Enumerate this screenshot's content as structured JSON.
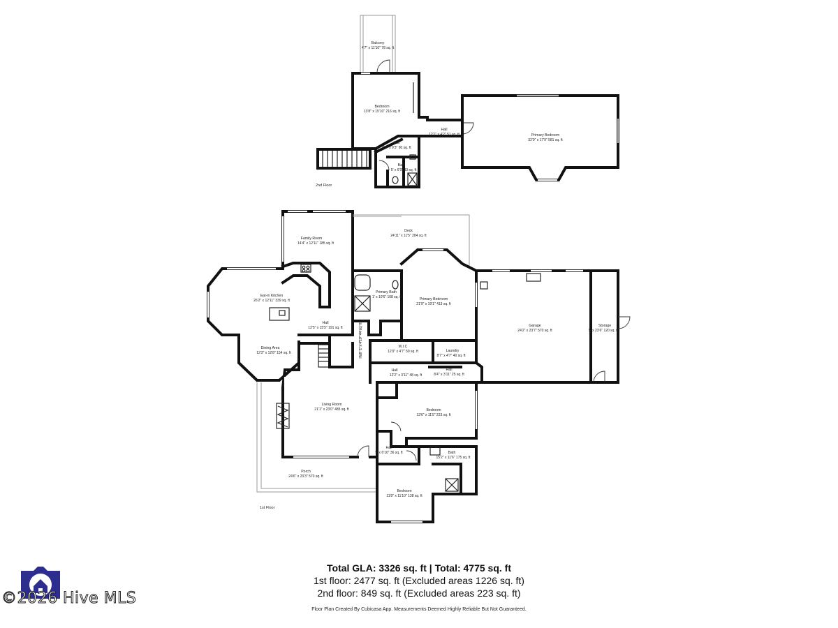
{
  "floors": {
    "second_label": "2nd Floor",
    "first_label": "1st Floor"
  },
  "rooms_second": {
    "balcony": {
      "name": "Balcony",
      "dims": "4'7\" x 11'10\" 78 sq. ft"
    },
    "bedroom": {
      "name": "Bedroom",
      "dims": "13'8\" x 15'10\" 216 sq. ft"
    },
    "hall_a": {
      "name": "Hall",
      "dims": "12'1\" x 4'2\" 51 sq. ft"
    },
    "primary_bedroom": {
      "name": "Primary Bedroom",
      "dims": "32'9\" x 17'9\" 581 sq. ft"
    },
    "hall_b": {
      "name": "Hall",
      "dims": "9'8\" x 9'3\" 90 sq. ft"
    },
    "bath": {
      "name": "Bath",
      "dims": "5' x 6'9\" 33 sq. ft"
    }
  },
  "rooms_first": {
    "family_room": {
      "name": "Family Room",
      "dims": "14'4\" x 12'11\" 185 sq. ft"
    },
    "deck": {
      "name": "Deck",
      "dims": "24'11\" x 11'5\" 284 sq. ft"
    },
    "eat_in_kitchen": {
      "name": "Eat-in Kitchen",
      "dims": "26'2\" x 12'11\" 339 sq. ft"
    },
    "primary_bath": {
      "name": "Primary Bath",
      "dims": "1' x 10'6\" 108 sq. ft"
    },
    "primary_bedroom": {
      "name": "Primary Bedroom",
      "dims": "21'9\" x 19'1\" 413 sq. ft"
    },
    "hall_main": {
      "name": "Hall",
      "dims": "12'5\" x 15'5\" 191 sq. ft"
    },
    "hall_side": {
      "name": "Hall",
      "dims": "1' x 4'10\" 44 sq. ft"
    },
    "garage": {
      "name": "Garage",
      "dims": "24'2\" x 23'7\" 570 sq. ft"
    },
    "storage": {
      "name": "Storage",
      "dims": "5' x 23'6\" 120 sq. ft"
    },
    "dining_area": {
      "name": "Dining Area",
      "dims": "12'2\" x 12'8\" 154 sq. ft"
    },
    "wic": {
      "name": "W.I.C",
      "dims": "12'9\" x 4'7\" 59 sq. ft"
    },
    "laundry": {
      "name": "Laundry",
      "dims": "8'7\" x 4'7\" 40 sq. ft"
    },
    "hall_c": {
      "name": "Hall",
      "dims": "12'2\" x 3'11\" 48 sq. ft"
    },
    "hall_d": {
      "name": "Hall",
      "dims": "8'4\" x 3'11\" 25 sq. ft"
    },
    "living_room": {
      "name": "Living Room",
      "dims": "21'1\" x 23'0\" 485 sq. ft"
    },
    "bedroom_a": {
      "name": "Bedroom",
      "dims": "13'6\" x 11'5\" 223 sq. ft"
    },
    "hall_e": {
      "name": "Hall",
      "dims": "5' x 6'10\" 36 sq. ft"
    },
    "bath": {
      "name": "Bath",
      "dims": "15'2\" x 11'6\" 175 sq. ft"
    },
    "porch": {
      "name": "Porch",
      "dims": "24'6\" x 23'3\" 570 sq. ft"
    },
    "bedroom_b": {
      "name": "Bedroom",
      "dims": "11'8\" x 11'10\" 138 sq. ft"
    }
  },
  "summary": {
    "total": "Total GLA: 3326 sq. ft | Total: 4775 sq. ft",
    "first": "1st floor: 2477 sq. ft (Excluded areas 1226 sq. ft)",
    "second": "2nd floor: 849 sq. ft (Excluded areas 223 sq. ft)"
  },
  "credit": "Floor Plan Created By Cubicasa App. Measurements Deemed Highly Reliable But Not Guaranteed.",
  "watermark": "©2026 Hive MLS",
  "colors": {
    "wall": "#111111",
    "logo": "#2d2d8f",
    "background": "#ffffff"
  }
}
